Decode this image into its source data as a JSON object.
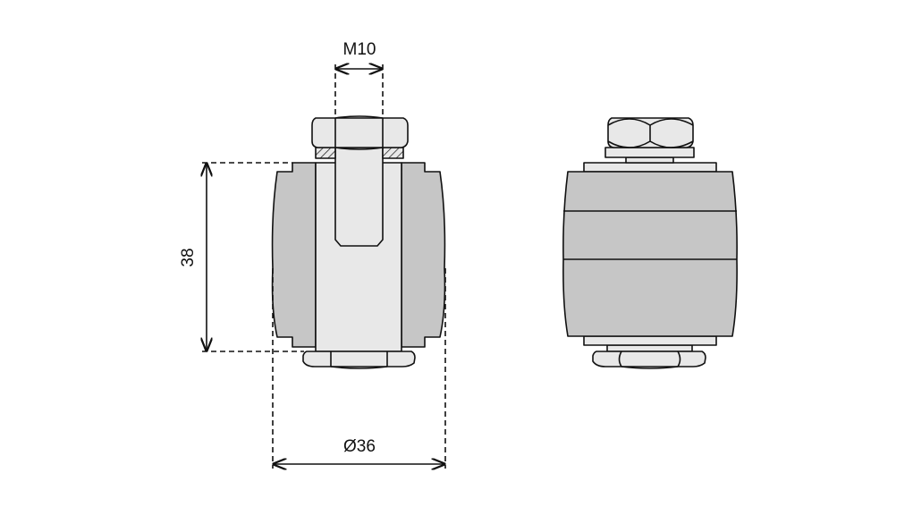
{
  "drawing": {
    "dimensions": {
      "thread": "M10",
      "height": "38",
      "diameter": "Ø36"
    },
    "colors": {
      "body": "#c6c6c6",
      "metal": "#e8e8e8",
      "line": "#111111"
    }
  }
}
